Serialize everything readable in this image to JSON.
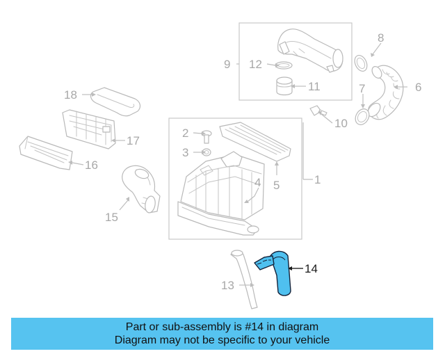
{
  "diagram": {
    "callouts": [
      {
        "id": "1",
        "label": "1"
      },
      {
        "id": "2",
        "label": "2"
      },
      {
        "id": "3",
        "label": "3"
      },
      {
        "id": "4",
        "label": "4"
      },
      {
        "id": "5",
        "label": "5"
      },
      {
        "id": "6",
        "label": "6"
      },
      {
        "id": "7",
        "label": "7"
      },
      {
        "id": "8",
        "label": "8"
      },
      {
        "id": "9",
        "label": "9"
      },
      {
        "id": "10",
        "label": "10"
      },
      {
        "id": "11",
        "label": "11"
      },
      {
        "id": "12",
        "label": "12"
      },
      {
        "id": "13",
        "label": "13"
      },
      {
        "id": "14",
        "label": "14"
      },
      {
        "id": "15",
        "label": "15"
      },
      {
        "id": "16",
        "label": "16"
      },
      {
        "id": "17",
        "label": "17"
      },
      {
        "id": "18",
        "label": "18"
      }
    ],
    "highlighted_part": "14",
    "colors": {
      "highlight": "#4fc0ef",
      "banner": "#56c3f0",
      "line_art": "#b9b9b9"
    }
  },
  "banner": {
    "line1": "Part or sub-assembly is #14 in diagram",
    "line2": "Diagram may not be specific to your vehicle"
  }
}
